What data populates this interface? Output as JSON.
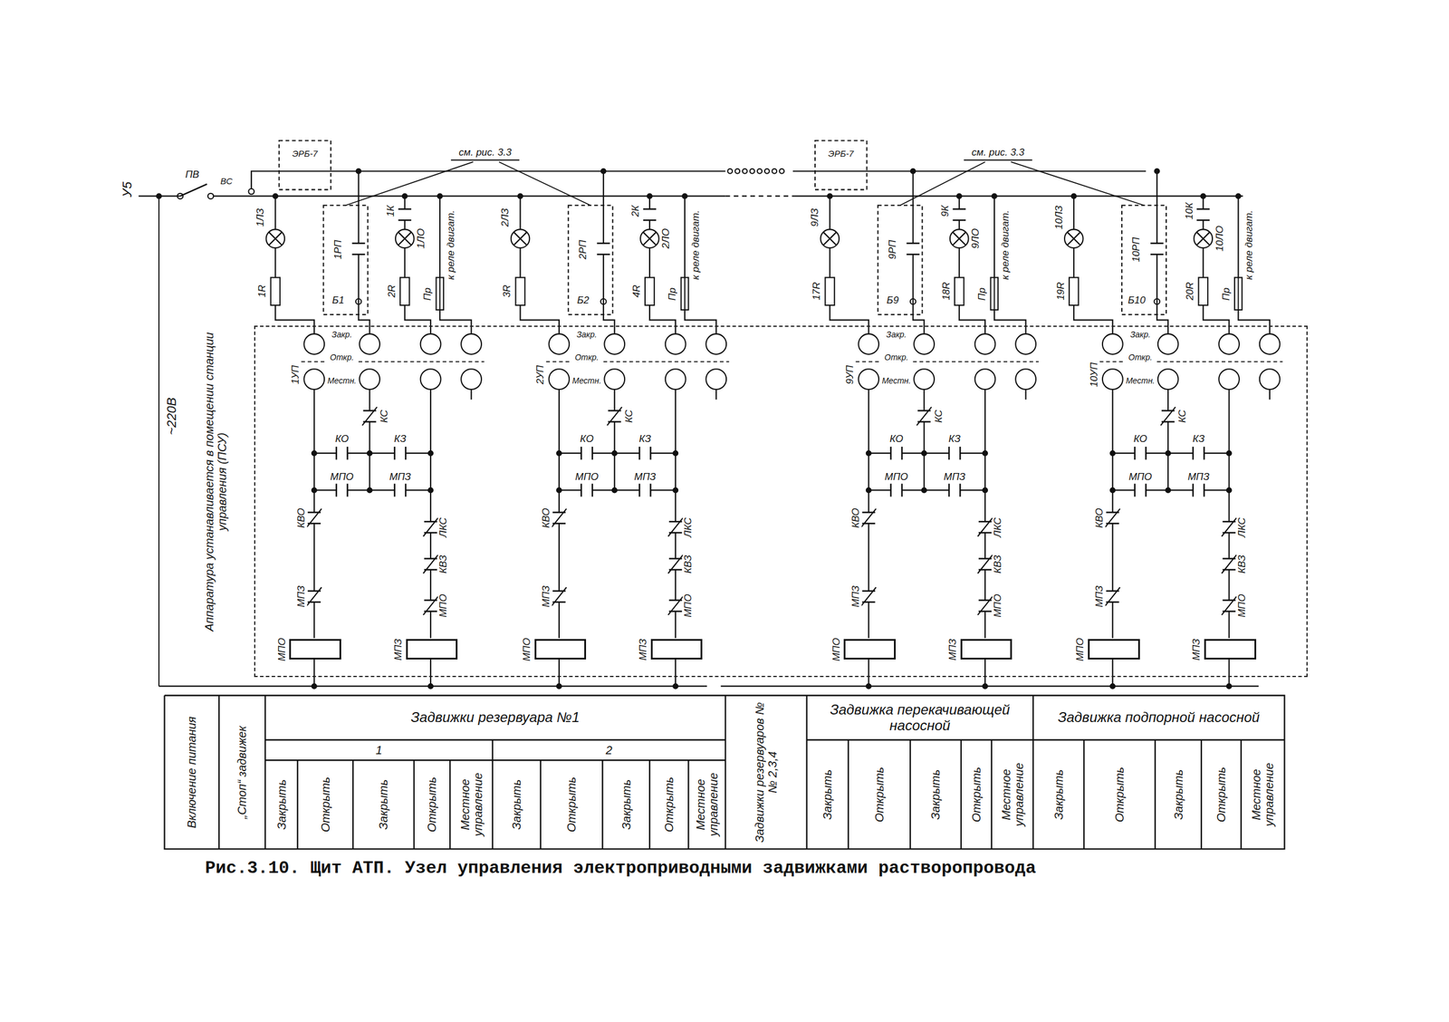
{
  "diagram": {
    "caption": "Рис.3.10. Щит АТП. Узел управления электроприводными задвижками растворопровода",
    "nodes": [
      {
        "text": [
          "Аппаратура устанавливается в помещении станции управления (ПСУ)"
        ]
      },
      {
        "text": [
          "МПО"
        ],
        "in": 0
      },
      {
        "text": [
          "МПЗ"
        ],
        "in": 0
      },
      {
        "text": [
          "МПО"
        ],
        "in": 0
      },
      {
        "text": [
          "МПЗ"
        ],
        "in": 0
      },
      {
        "text": [
          "МПО"
        ],
        "in": 0
      },
      {
        "text": [
          "МПЗ"
        ],
        "in": 0
      },
      {
        "text": [
          "МПО"
        ],
        "in": 0
      },
      {
        "text": [
          "МПЗ"
        ],
        "in": 0
      }
    ],
    "labels": [
      "У5",
      "ПВ",
      "ВС",
      "~220В",
      "ЭРБ-7",
      "см. рис. 3.3",
      "ЭРБ-7",
      "см. рис. 3.3",
      "1ЛЗ",
      "1R",
      "1РП",
      "Б1",
      "1ЛО",
      "1К",
      "2R",
      "Пр",
      "к реле двигат.",
      "1УП",
      "Закр.",
      "Откр.",
      "Местн.",
      "КО",
      "КС",
      "КЗ",
      "МПО",
      "МПЗ",
      "КВО",
      "МПЗ",
      "ЛКС",
      "КВЗ",
      "МПО",
      "2ЛЗ",
      "3R",
      "2РП",
      "Б2",
      "2ЛО",
      "2К",
      "4R",
      "Пр",
      "к реле двигат.",
      "2УП",
      "Закр.",
      "Откр.",
      "Местн.",
      "КО",
      "КС",
      "КЗ",
      "МПО",
      "МПЗ",
      "КВО",
      "МПЗ",
      "ЛКС",
      "КВЗ",
      "МПО",
      "9ЛЗ",
      "17R",
      "9РП",
      "Б9",
      "9ЛО",
      "9К",
      "18R",
      "Пр",
      "к реле двигат.",
      "9УП",
      "Закр.",
      "Откр.",
      "Местн.",
      "КО",
      "КС",
      "КЗ",
      "МПО",
      "МПЗ",
      "КВО",
      "МПЗ",
      "ЛКС",
      "КВЗ",
      "МПО",
      "10ЛЗ",
      "19R",
      "10РП",
      "Б10",
      "10ЛО",
      "10К",
      "20R",
      "Пр",
      "к реле двигат.",
      "10УП",
      "Закр.",
      "Откр.",
      "Местн.",
      "КО",
      "КС",
      "КЗ",
      "МПО",
      "МПЗ",
      "КВО",
      "МПЗ",
      "ЛКС",
      "КВЗ",
      "МПО",
      "Включение питания",
      "„Стоп“ задвижек",
      "Задвижки резервуара №1",
      "1",
      "Закрыть",
      "Открыть",
      "Закрыть",
      "Открыть",
      "Местное управление",
      "2",
      "Закрыть",
      "Открыть",
      "Закрыть",
      "Открыть",
      "Местное управление",
      "Задвижки резервуаров №№ 2,3,4",
      "Задвижка перекачивающей насосной",
      "Закрыть",
      "Открыть",
      "Закрыть",
      "Открыть",
      "Местное управление",
      "Задвижка подпорной насосной",
      "Закрыть",
      "Открыть",
      "Закрыть",
      "Открыть",
      "Местное управление"
    ]
  }
}
